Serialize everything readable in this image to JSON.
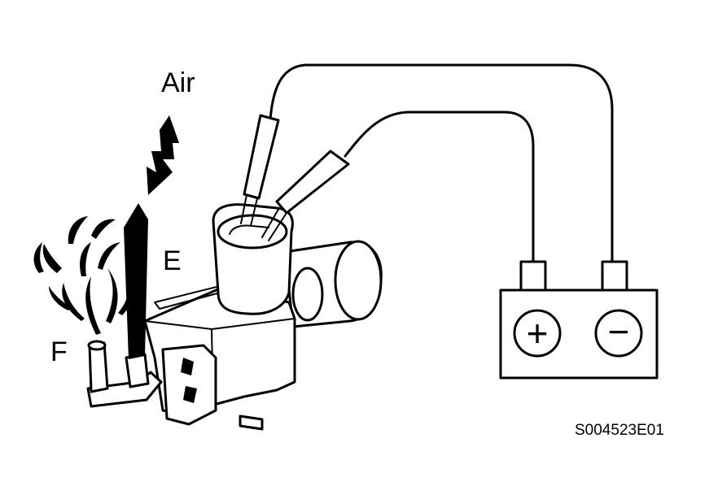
{
  "labels": {
    "air": "Air",
    "port_e": "E",
    "port_f": "F",
    "code": "S004523E01"
  },
  "battery": {
    "positive_symbol": "+",
    "negative_symbol": "−"
  },
  "icons": {
    "air_arrow": "air-flow-arrow-icon",
    "burst": "air-burst-icon",
    "valve": "vsv-valve-icon",
    "battery": "battery-icon"
  },
  "colors": {
    "ink": "#000000",
    "paper": "#ffffff"
  }
}
